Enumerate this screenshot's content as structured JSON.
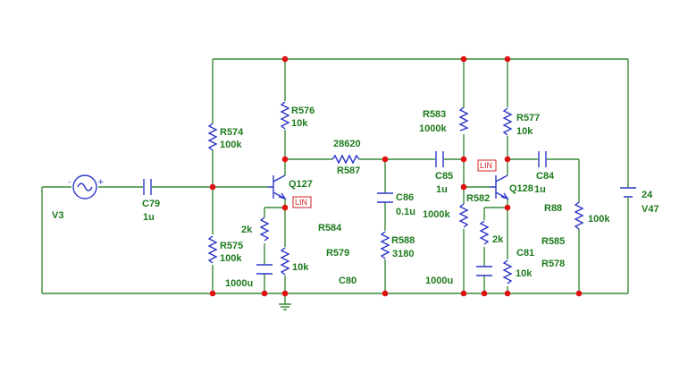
{
  "labels": {
    "R574": "R574",
    "R574_val": "100k",
    "R575": "R575",
    "R575_val": "100k",
    "R576": "R576",
    "R576_val": "10k",
    "R587": "R587",
    "R587_val": "28620",
    "R583": "R583",
    "R583_val": "1000k",
    "R577": "R577",
    "R577_val": "10k",
    "C79": "C79",
    "C79_val": "1u",
    "V3": "V3",
    "Q127": "Q127",
    "Q128": "Q128",
    "R584": "R584",
    "R579": "R579",
    "C80": "C80",
    "left_emitter_res_val": "2k",
    "left_emitter_cap_val": "1000u",
    "left_emitter_r_val": "10k",
    "C86": "C86",
    "C86_val": "0.1u",
    "R588": "R588",
    "R588_val": "3180",
    "C85": "C85",
    "C85_val": "1u",
    "R582": "R582",
    "R582_val": "1000k",
    "right_emitter_res_val": "2k",
    "C81": "C81",
    "right_emitter_r_val": "10k",
    "right_emitter_cap_val": "1000u",
    "C84": "C84",
    "C84_val": "1u",
    "R88": "R88",
    "R88_val": "100k",
    "R585": "R585",
    "R578": "R578",
    "V47": "V47",
    "V47_val": "24",
    "model_q127": "LIN",
    "model_q128": "LIN",
    "plus": "+",
    "minus": "-"
  },
  "colors": {
    "wire": "#3a8a3a",
    "component": "#2a35c8",
    "node": "#e01010",
    "label": "#1c7a1c",
    "model": "#d02020"
  }
}
